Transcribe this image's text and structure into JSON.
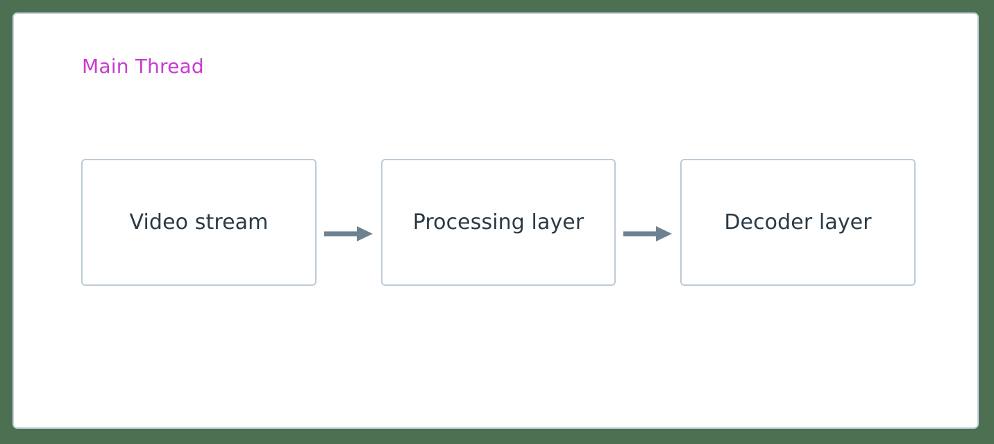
{
  "diagram": {
    "type": "flowchart",
    "direction": "left-to-right",
    "background_color": "#4d7052",
    "panel": {
      "name": "Main Thread",
      "title": "Main Thread",
      "title_color": "#c93bd0",
      "fill_color": "#ffffff",
      "border_color": "#c5d2dc"
    },
    "nodes": [
      {
        "id": "node-0",
        "label": "Video stream",
        "fill_color": "#ffffff",
        "border_color": "#bdcbd6",
        "text_color": "#2b3a45"
      },
      {
        "id": "node-1",
        "label": "Processing layer",
        "fill_color": "#ffffff",
        "border_color": "#bdcbd6",
        "text_color": "#2b3a45"
      },
      {
        "id": "node-2",
        "label": "Decoder layer",
        "fill_color": "#ffffff",
        "border_color": "#bdcbd6",
        "text_color": "#2b3a45"
      }
    ],
    "edges": [
      {
        "id": "arrow-0",
        "from": "Video stream",
        "to": "Processing layer",
        "label": "",
        "color": "#6e8190",
        "style": "solid-arrow"
      },
      {
        "id": "arrow-1",
        "from": "Processing layer",
        "to": "Decoder layer",
        "label": "",
        "color": "#6e8190",
        "style": "solid-arrow"
      }
    ]
  }
}
